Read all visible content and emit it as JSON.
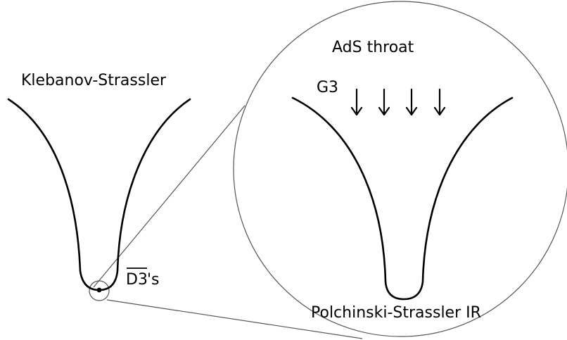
{
  "labels": {
    "klebanov": "Klebanov-Strassler",
    "ads_throat": "AdS throat",
    "g3": "G3",
    "d3_text": "D3",
    "d3_suffix": "'s",
    "polchinski": "Polchinski-Strassler IR"
  },
  "colors": {
    "curve": "#000000",
    "circle": "#555555",
    "background": "#ffffff"
  }
}
